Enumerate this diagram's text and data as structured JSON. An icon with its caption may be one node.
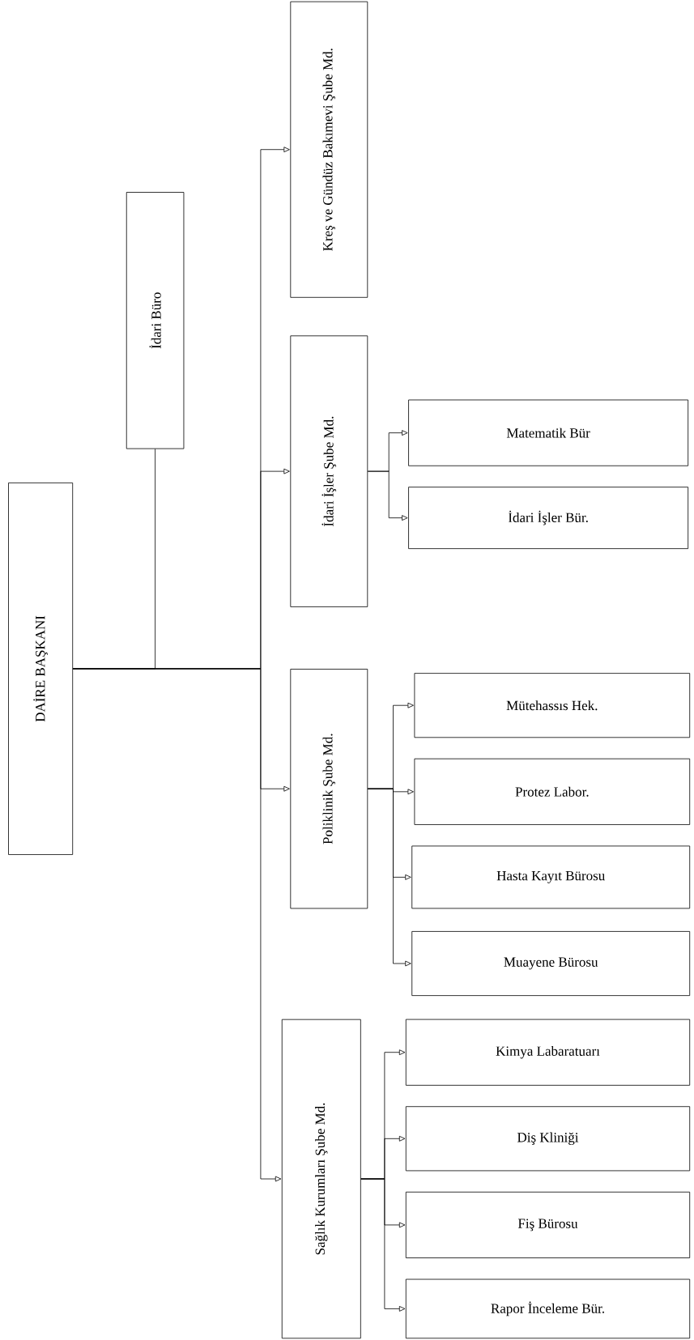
{
  "diagram": {
    "nodes": [
      {
        "text": [
          "DAİRE BAŞKANI"
        ]
      },
      {
        "text": [
          "İdari Büro"
        ]
      },
      {
        "text": [
          "Kreş ve Gündüz Bakımevi Şube Md."
        ]
      },
      {
        "text": [
          "İdari İşler Şube Md."
        ]
      },
      {
        "text": [
          "Matematik Bür"
        ]
      },
      {
        "text": [
          "İdari İşler Bür."
        ]
      },
      {
        "text": [
          "Poliklinik Şube Md."
        ]
      },
      {
        "text": [
          "Mütehassıs Hek."
        ]
      },
      {
        "text": [
          "Protez Labor."
        ]
      },
      {
        "text": [
          "Hasta Kayıt Bürosu"
        ]
      },
      {
        "text": [
          "Muayene Bürosu"
        ]
      },
      {
        "text": [
          "Sağlık Kurumları Şube Md."
        ]
      },
      {
        "text": [
          "Kimya Labaratuarı"
        ]
      },
      {
        "text": [
          "Diş Kliniği"
        ]
      },
      {
        "text": [
          "Fiş Bürosu"
        ]
      },
      {
        "text": [
          "Rapor İnceleme Bür."
        ]
      }
    ],
    "edges": [
      {
        "from": 0,
        "to": 1,
        "arrow": "none"
      },
      {
        "from": 0,
        "to": 2,
        "arrow": "to"
      },
      {
        "from": 0,
        "to": 3,
        "arrow": "to"
      },
      {
        "from": 0,
        "to": 6,
        "arrow": "to"
      },
      {
        "from": 0,
        "to": 11,
        "arrow": "to"
      },
      {
        "from": 3,
        "to": 4,
        "arrow": "to"
      },
      {
        "from": 3,
        "to": 5,
        "arrow": "to"
      },
      {
        "from": 6,
        "to": 7,
        "arrow": "to"
      },
      {
        "from": 6,
        "to": 8,
        "arrow": "to"
      },
      {
        "from": 6,
        "to": 9,
        "arrow": "to"
      },
      {
        "from": 6,
        "to": 10,
        "arrow": "to"
      },
      {
        "from": 11,
        "to": 12,
        "arrow": "to"
      },
      {
        "from": 11,
        "to": 13,
        "arrow": "to"
      },
      {
        "from": 11,
        "to": 14,
        "arrow": "to"
      },
      {
        "from": 11,
        "to": 15,
        "arrow": "to"
      }
    ]
  }
}
